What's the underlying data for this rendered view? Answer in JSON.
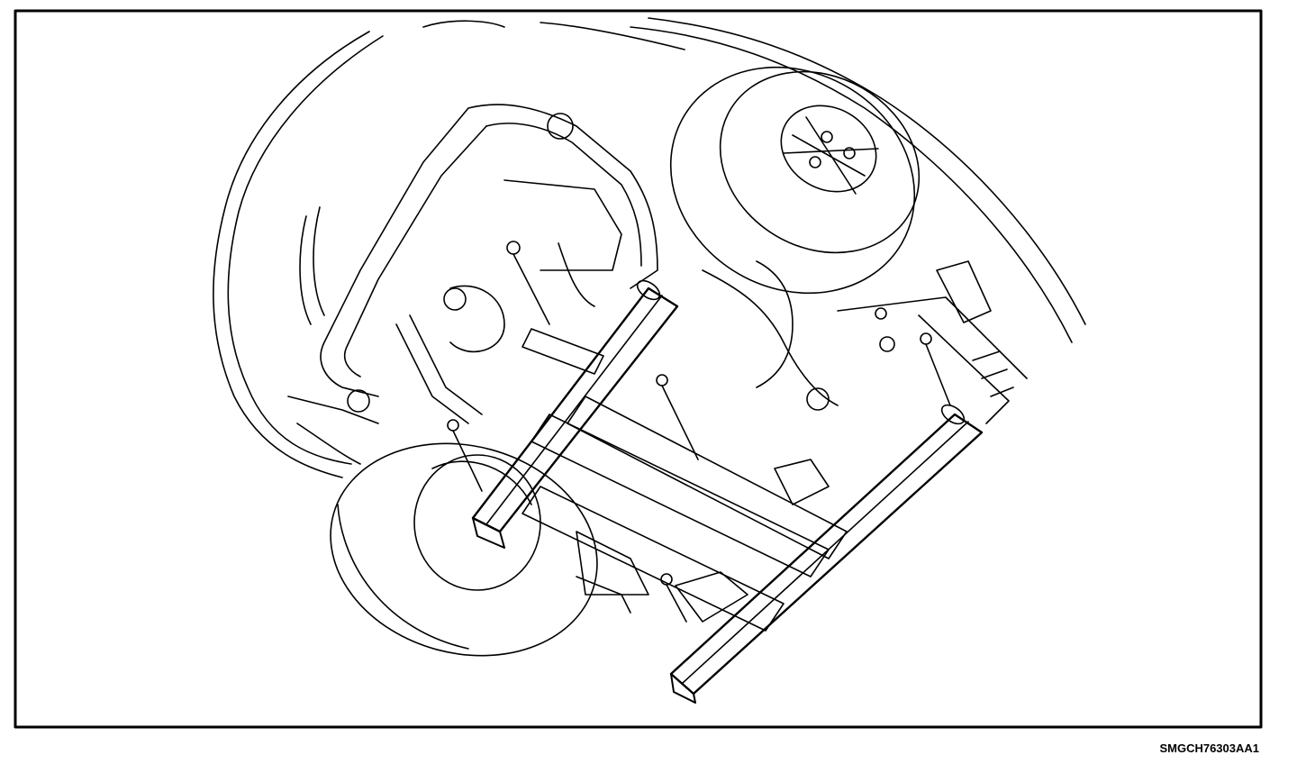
{
  "figure": {
    "code": "SMGCH76303AA1",
    "border_color": "#000000",
    "line_color": "#000000",
    "background": "#ffffff"
  },
  "illustration": {
    "subject": "vehicle-underbody-lift-points",
    "parts": [
      "front-wheel",
      "rear-wheel",
      "crossmember",
      "lift-rail-front",
      "lift-rail-rear",
      "lift-point-marker"
    ]
  }
}
